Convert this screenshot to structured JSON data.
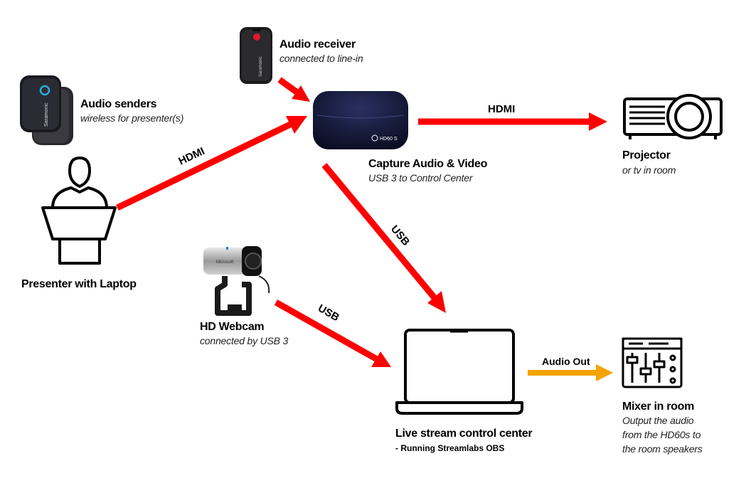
{
  "nodes": {
    "audio_senders": {
      "title": "Audio senders",
      "subtitle": "wireless for presenter(s)",
      "device_brand": "Saramonic"
    },
    "audio_receiver": {
      "title": "Audio receiver",
      "subtitle": "connected to line-in",
      "device_brand": "Saramonic"
    },
    "capture": {
      "title": "Capture Audio & Video",
      "subtitle": "USB 3 to Control Center",
      "device_label": "HD60 S"
    },
    "projector": {
      "title": "Projector",
      "subtitle": "or tv in room"
    },
    "presenter": {
      "title": "Presenter with Laptop"
    },
    "webcam": {
      "title": "HD Webcam",
      "subtitle": "connected by USB 3",
      "device_brand": "Microsoft"
    },
    "control_center": {
      "title": "Live stream control center",
      "subtitle": "-  Running Streamlabs OBS"
    },
    "mixer": {
      "title": "Mixer in room",
      "subtitle_lines": [
        "Output the audio",
        "from the HD60s to",
        "the room speakers"
      ]
    }
  },
  "connections": {
    "presenter_to_capture": "HDMI",
    "capture_to_projector": "HDMI",
    "capture_to_control": "USB",
    "webcam_to_control": "USB",
    "control_to_mixer": "Audio Out"
  },
  "colors": {
    "arrow_primary": "#ff0000",
    "arrow_audio": "#f5a300",
    "device_dark": "#1a1d2b",
    "capture_body": "#0c1130"
  }
}
